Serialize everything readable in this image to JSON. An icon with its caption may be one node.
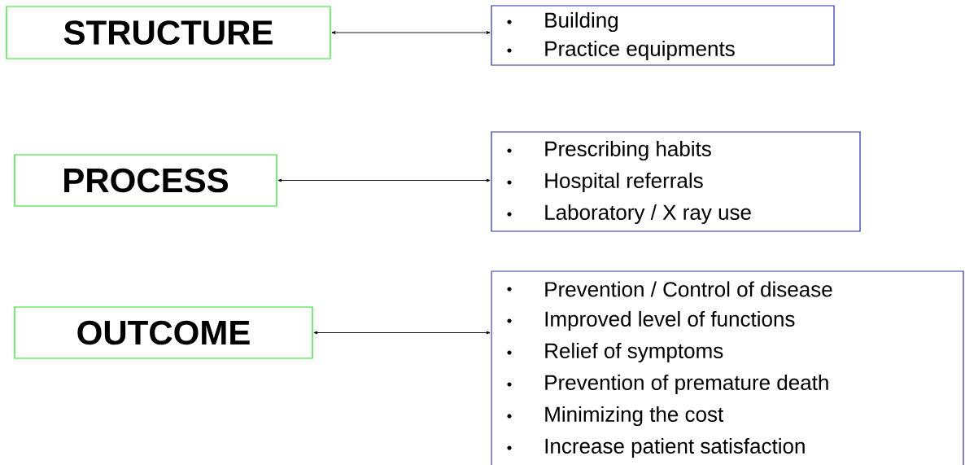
{
  "diagram": {
    "nodes": [
      {
        "text": [
          "STRUCTURE"
        ]
      },
      {
        "text": [
          "PROCESS"
        ]
      },
      {
        "text": [
          "OUTCOME"
        ]
      },
      {
        "text": [
          "Building",
          "Practice equipments"
        ]
      },
      {
        "text": [
          "Prescribing habits",
          "Hospital referrals",
          "Laboratory / X ray use"
        ]
      },
      {
        "text": [
          "Prevention / Control of disease",
          "Improved level of functions",
          "Relief of symptoms",
          "Prevention of premature death",
          "Minimizing the cost",
          "Increase patient satisfaction"
        ]
      }
    ],
    "edges": [
      {
        "from": 0,
        "to": 3,
        "arrow": "both"
      },
      {
        "from": 1,
        "to": 4,
        "arrow": "both"
      },
      {
        "from": 2,
        "to": 5,
        "arrow": "both"
      }
    ]
  }
}
